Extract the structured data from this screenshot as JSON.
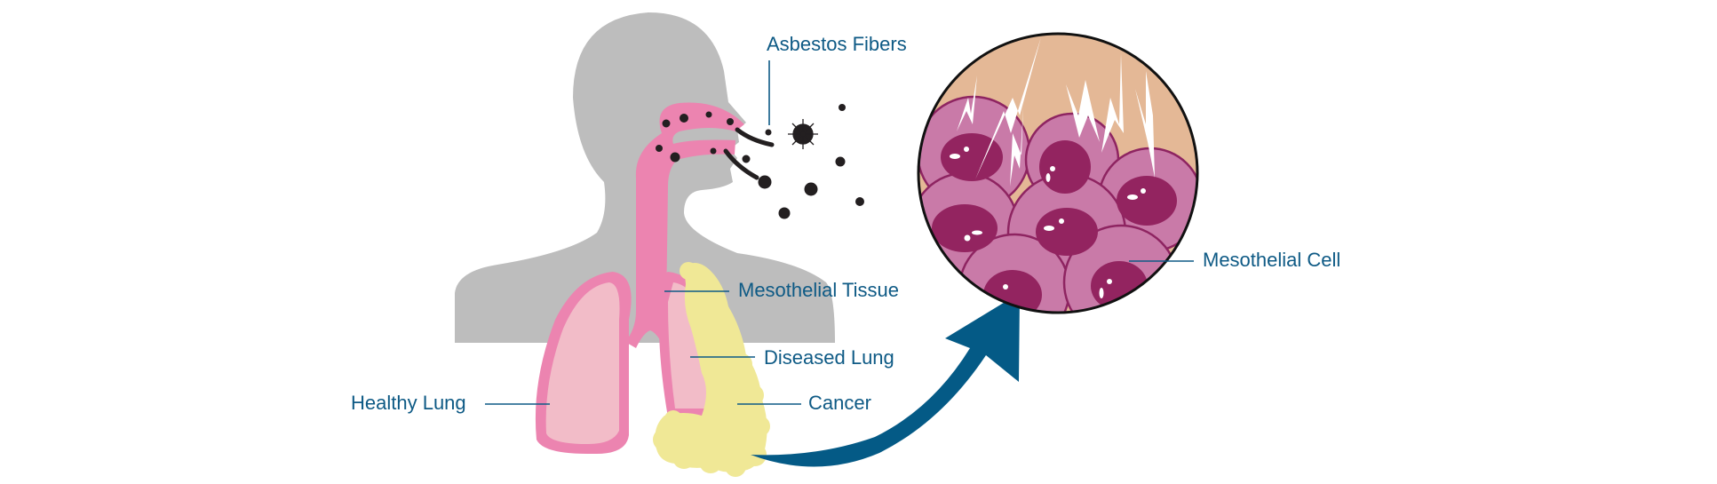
{
  "labels": {
    "asbestos_fibers": "Asbestos Fibers",
    "mesothelial_tissue": "Mesothelial Tissue",
    "diseased_lung": "Diseased Lung",
    "cancer": "Cancer",
    "healthy_lung": "Healthy Lung",
    "mesothelial_cell": "Mesothelial Cell"
  },
  "colors": {
    "silhouette": "#bdbdbd",
    "airway": "#ec84b0",
    "lung": "#f2bcc8",
    "cancer": "#f0e896",
    "arrow": "#045a86",
    "label": "#0e5a85",
    "tissue": "#e4b896",
    "cell": "#c97aa8",
    "nucleus": "#932460"
  }
}
